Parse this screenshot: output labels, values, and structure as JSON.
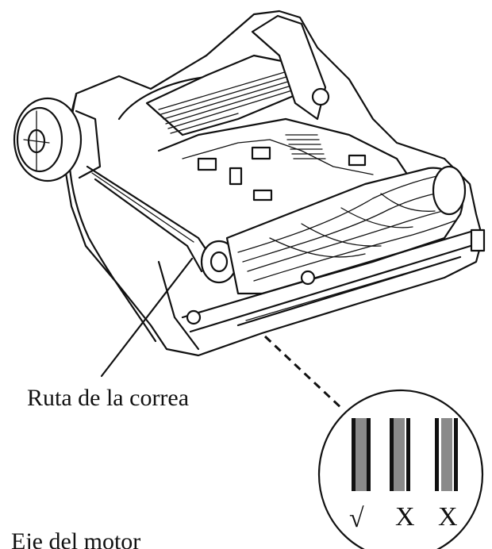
{
  "labels": {
    "belt_path": "Ruta de la correa",
    "motor_shaft": "Eje del motor"
  },
  "belt_inspection": {
    "marks": [
      "√",
      "X",
      "X"
    ]
  },
  "colors": {
    "line": "#111111",
    "belt_gray": "#8a8a8a",
    "background": "#ffffff"
  }
}
